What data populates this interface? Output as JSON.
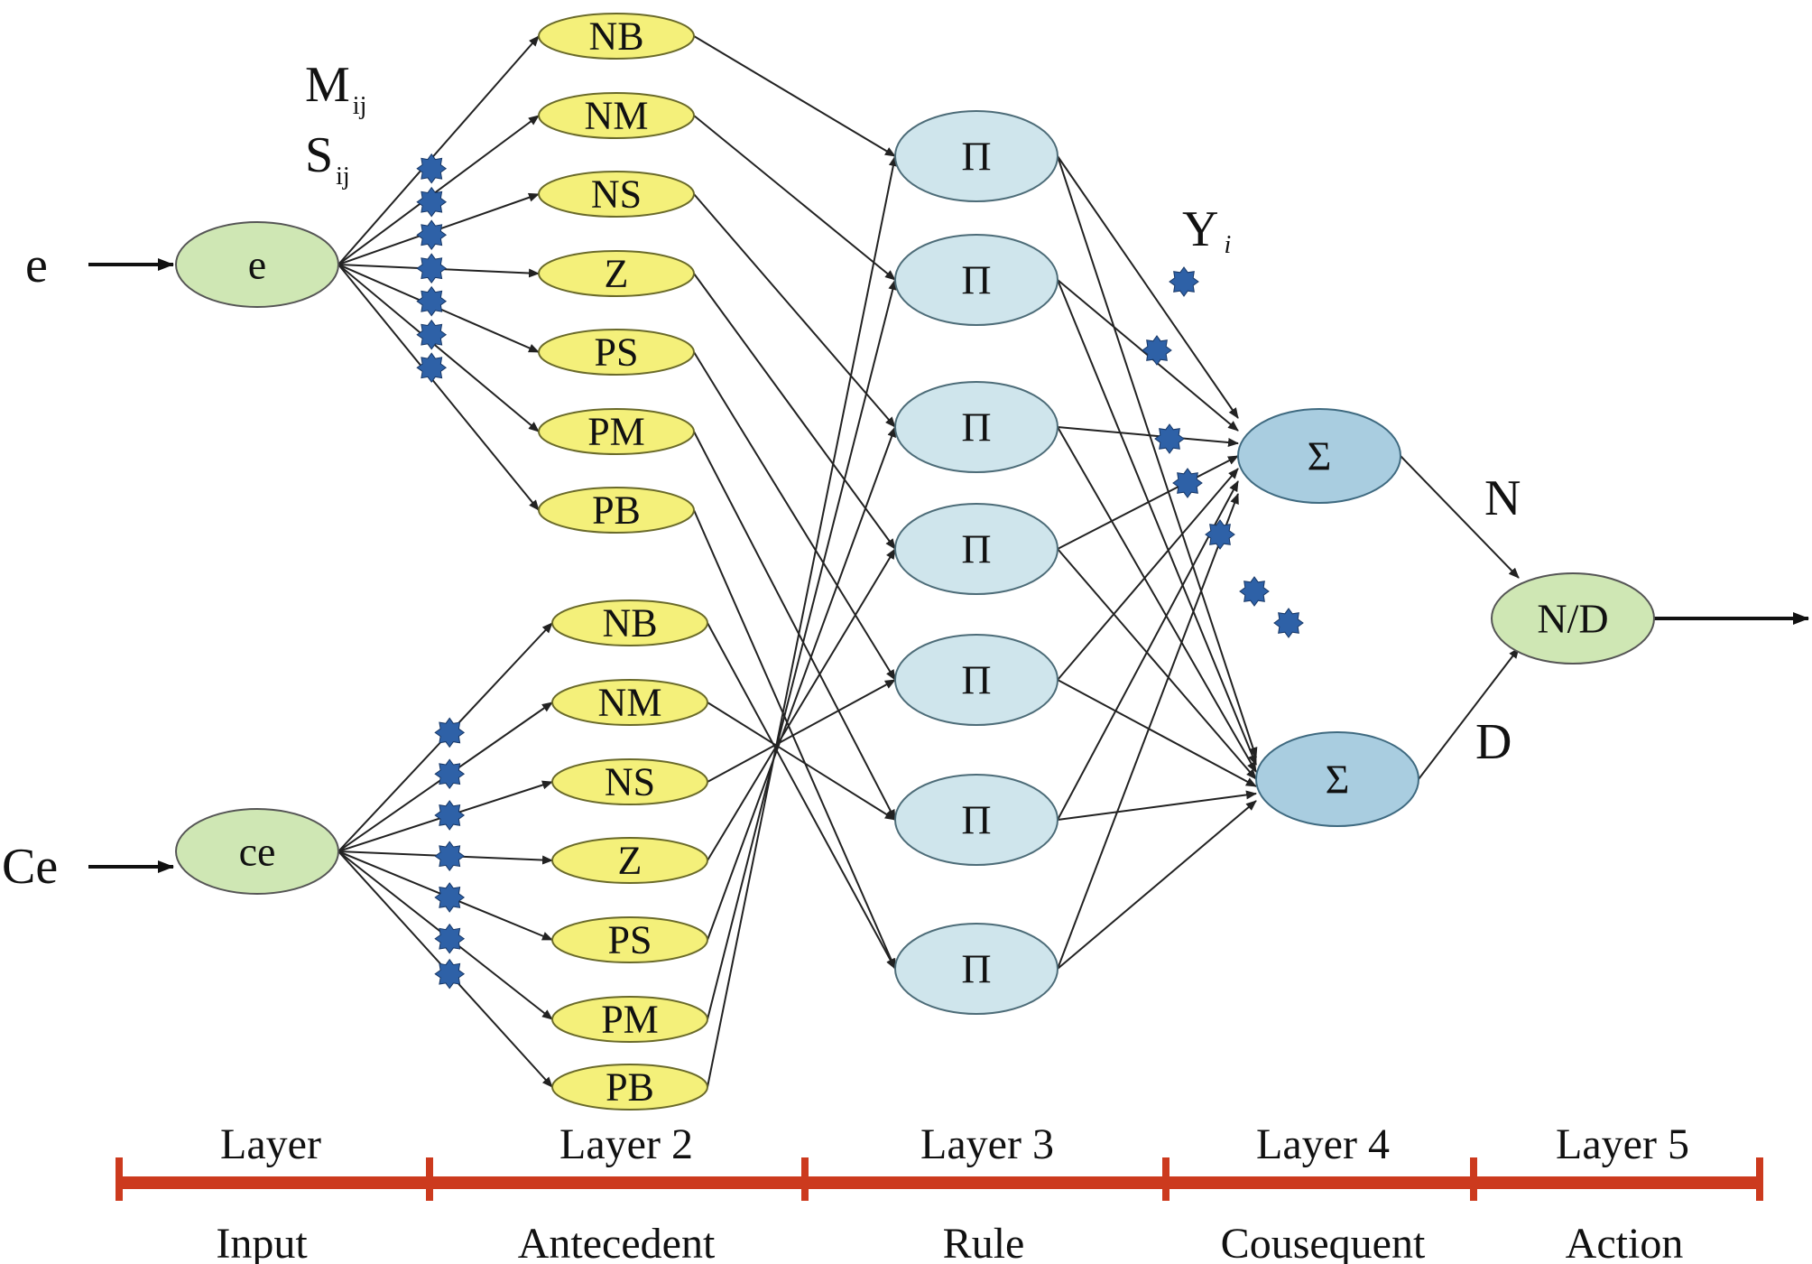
{
  "colors": {
    "input_fill": "#cfe7b4",
    "term_fill": "#f4f07a",
    "term_stroke": "#6a6a2a",
    "rule_fill": "#cfe5ec",
    "sum_fill": "#a9cde0",
    "weight_dot": "#2e61a7",
    "timeline": "#cc3a1e",
    "edge": "#222222"
  },
  "inputs": {
    "e": {
      "signal": "e",
      "node": "e"
    },
    "ce": {
      "signal": "Ce",
      "node": "ce"
    }
  },
  "params": {
    "m": "M",
    "m_sub": "ij",
    "s": "S",
    "s_sub": "ij"
  },
  "y_label": {
    "main": "Y",
    "sub": "i"
  },
  "terms_top": [
    "NB",
    "NM",
    "NS",
    "Z",
    "PS",
    "PM",
    "PB"
  ],
  "terms_bottom": [
    "NB",
    "NM",
    "NS",
    "Z",
    "PS",
    "PM",
    "PB"
  ],
  "rules": [
    "Π",
    "Π",
    "Π",
    "Π",
    "Π",
    "Π",
    "Π"
  ],
  "sums": [
    "Σ",
    "Σ"
  ],
  "edge_labels": {
    "n": "N",
    "d": "D"
  },
  "output_node": "N/D",
  "layers": [
    {
      "top": "Layer",
      "bottom": "Input"
    },
    {
      "top": "Layer 2",
      "bottom": "Antecedent"
    },
    {
      "top": "Layer 3",
      "bottom": "Rule"
    },
    {
      "top": "Layer 4",
      "bottom": "Cousequent"
    },
    {
      "top": "Layer 5",
      "bottom": "Action"
    }
  ]
}
